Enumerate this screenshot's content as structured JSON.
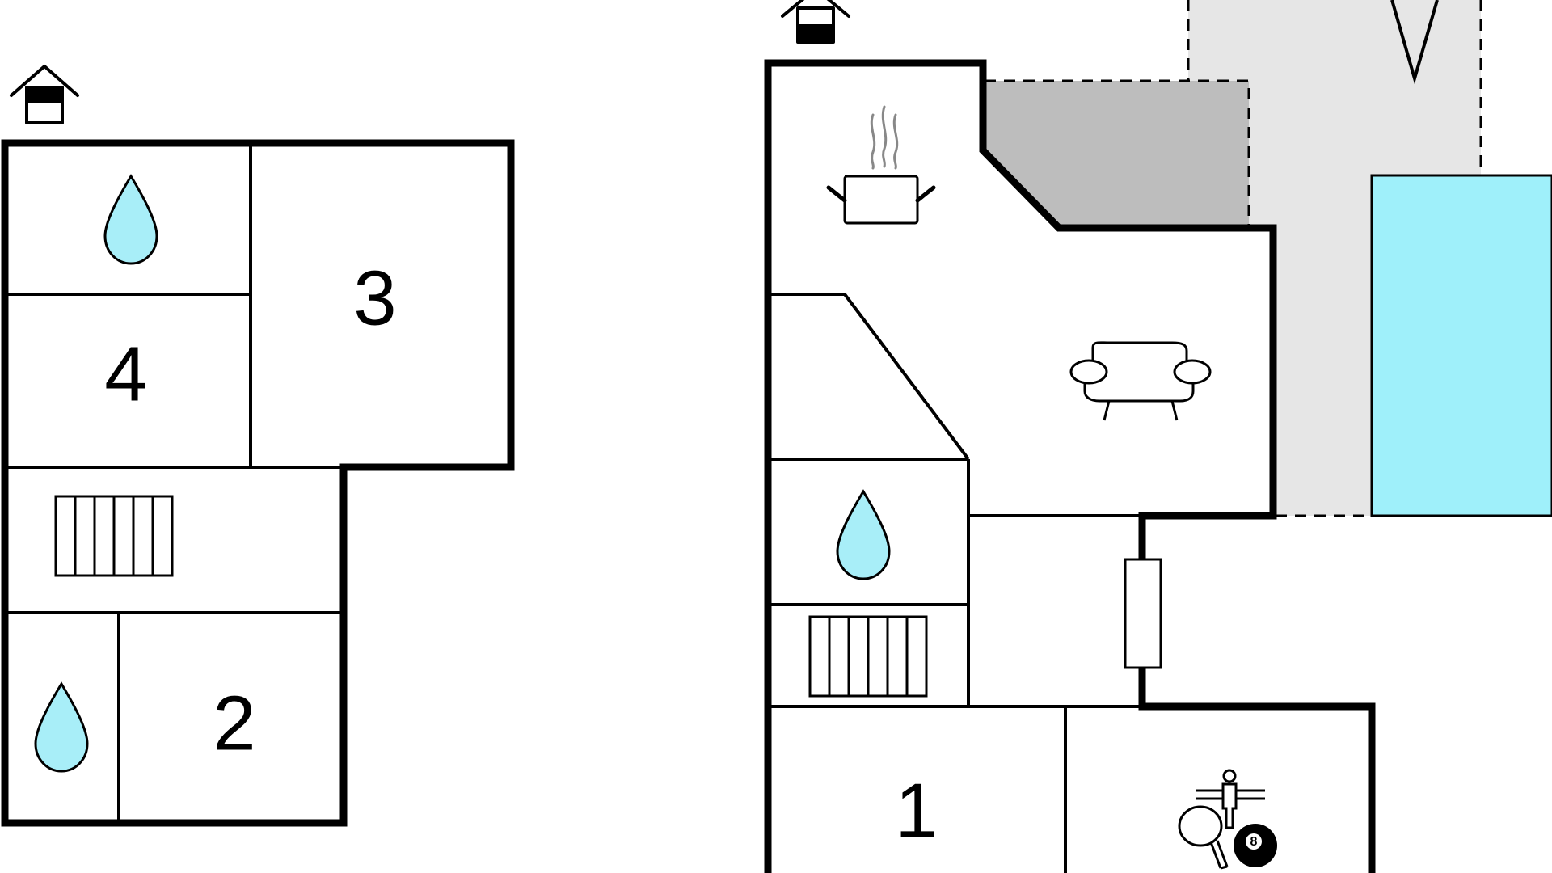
{
  "floors": [
    {
      "name": "upper-floor",
      "rooms": [
        {
          "id": "room-4",
          "label": "4",
          "type": "bedroom"
        },
        {
          "id": "room-3",
          "label": "3",
          "type": "bedroom"
        },
        {
          "id": "room-2",
          "label": "2",
          "type": "bedroom"
        }
      ],
      "icons": [
        "house-icon",
        "water-drop-icon",
        "water-drop-icon",
        "stairs-icon"
      ]
    },
    {
      "name": "ground-floor",
      "rooms": [
        {
          "id": "room-1",
          "label": "1",
          "type": "bedroom"
        }
      ],
      "icons": [
        "house-icon",
        "cooking-pot-icon",
        "sofa-icon",
        "water-drop-icon",
        "stairs-icon",
        "door-icon",
        "foosball-icon",
        "ping-pong-icon",
        "billiard-ball-icon"
      ],
      "billiard_ball_number": "8"
    }
  ],
  "colors": {
    "wall": "#000000",
    "water": "#a8eef8",
    "pool": "#9ff0fa",
    "terrace": "#e6e6e6",
    "covered_terrace": "#bdbdbd",
    "steam": "#888888"
  }
}
